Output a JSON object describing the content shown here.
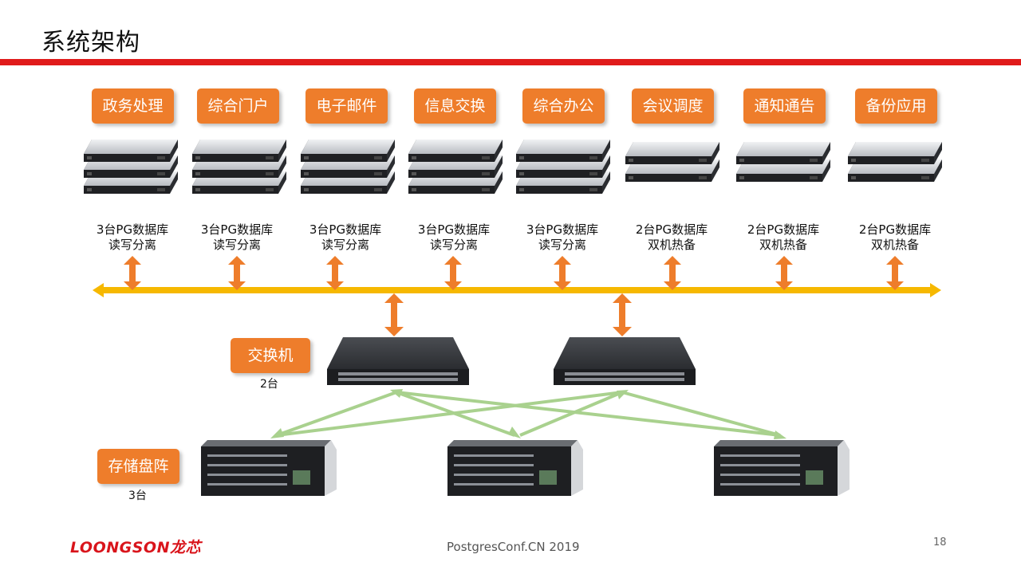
{
  "title": "系统架构",
  "apps": [
    {
      "label": "政务处理",
      "db_line1": "3台PG数据库",
      "db_line2": "读写分离",
      "server_units": 3
    },
    {
      "label": "综合门户",
      "db_line1": "3台PG数据库",
      "db_line2": "读写分离",
      "server_units": 3
    },
    {
      "label": "电子邮件",
      "db_line1": "3台PG数据库",
      "db_line2": "读写分离",
      "server_units": 3
    },
    {
      "label": "信息交换",
      "db_line1": "3台PG数据库",
      "db_line2": "读写分离",
      "server_units": 3
    },
    {
      "label": "综合办公",
      "db_line1": "3台PG数据库",
      "db_line2": "读写分离",
      "server_units": 3
    },
    {
      "label": "会议调度",
      "db_line1": "2台PG数据库",
      "db_line2": "双机热备",
      "server_units": 2
    },
    {
      "label": "通知通告",
      "db_line1": "2台PG数据库",
      "db_line2": "双机热备",
      "server_units": 2
    },
    {
      "label": "备份应用",
      "db_line1": "2台PG数据库",
      "db_line2": "双机热备",
      "server_units": 2
    }
  ],
  "switch": {
    "label": "交换机",
    "count": "2台"
  },
  "storage": {
    "label": "存储盘阵",
    "count": "3台"
  },
  "logo": {
    "latin": "LOONGSON",
    "cn": "龙芯"
  },
  "footer": "PostgresConf.CN 2019",
  "page_number": "18",
  "colors": {
    "accent_orange": "#ee7d2b",
    "bus_yellow": "#f6b800",
    "link_green": "#a9d18e",
    "title_bar_red": "#e01b1b"
  }
}
